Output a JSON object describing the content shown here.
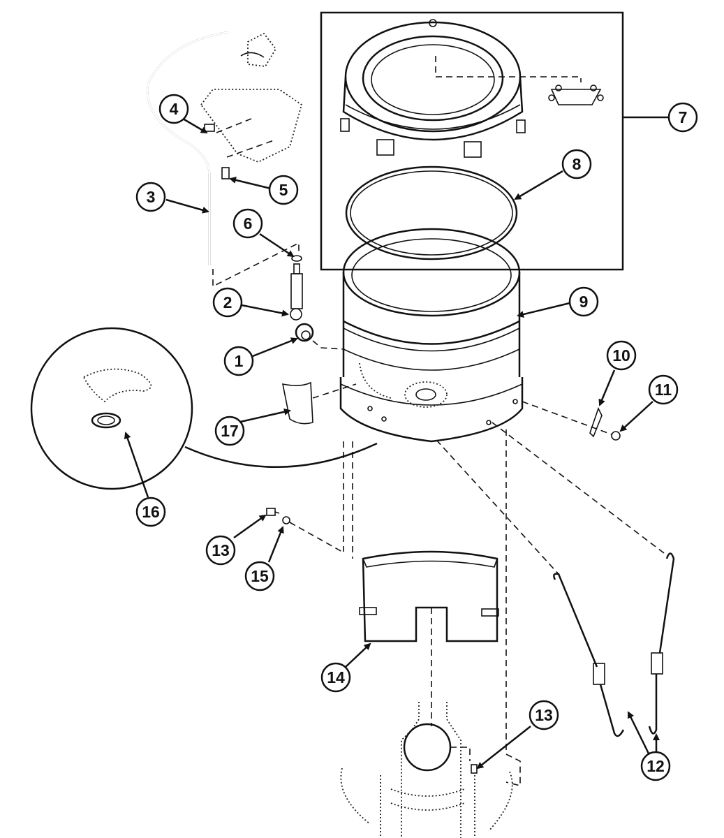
{
  "diagram": {
    "type": "exploded-parts-diagram",
    "subject": "washer tub assembly",
    "callouts": [
      {
        "id": "c1",
        "label": "1"
      },
      {
        "id": "c2",
        "label": "2"
      },
      {
        "id": "c3",
        "label": "3"
      },
      {
        "id": "c4",
        "label": "4"
      },
      {
        "id": "c5",
        "label": "5"
      },
      {
        "id": "c6",
        "label": "6"
      },
      {
        "id": "c7",
        "label": "7"
      },
      {
        "id": "c8",
        "label": "8"
      },
      {
        "id": "c9",
        "label": "9"
      },
      {
        "id": "c10",
        "label": "10"
      },
      {
        "id": "c11",
        "label": "11"
      },
      {
        "id": "c12",
        "label": "12"
      },
      {
        "id": "c13a",
        "label": "13"
      },
      {
        "id": "c13b",
        "label": "13"
      },
      {
        "id": "c14",
        "label": "14"
      },
      {
        "id": "c15",
        "label": "15"
      },
      {
        "id": "c16",
        "label": "16"
      },
      {
        "id": "c17",
        "label": "17"
      }
    ],
    "colors": {
      "ink": "#111111",
      "paper": "#ffffff"
    }
  }
}
